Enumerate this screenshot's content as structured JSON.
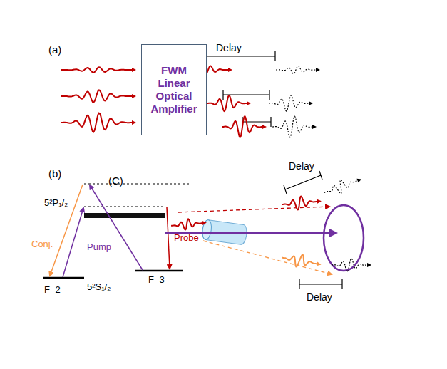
{
  "diagram": {
    "nodes": [
      {
        "text": [
          "FWM Linear Optical Amplifier"
        ]
      }
    ],
    "labels": [
      "(a)",
      "Delay",
      "(b)",
      "5²P₁/₂",
      "Conj.",
      "Pump",
      "Probe",
      "F=2",
      "5²S₁/₂",
      "F=3",
      "(C)",
      "Delay",
      "Delay"
    ]
  }
}
